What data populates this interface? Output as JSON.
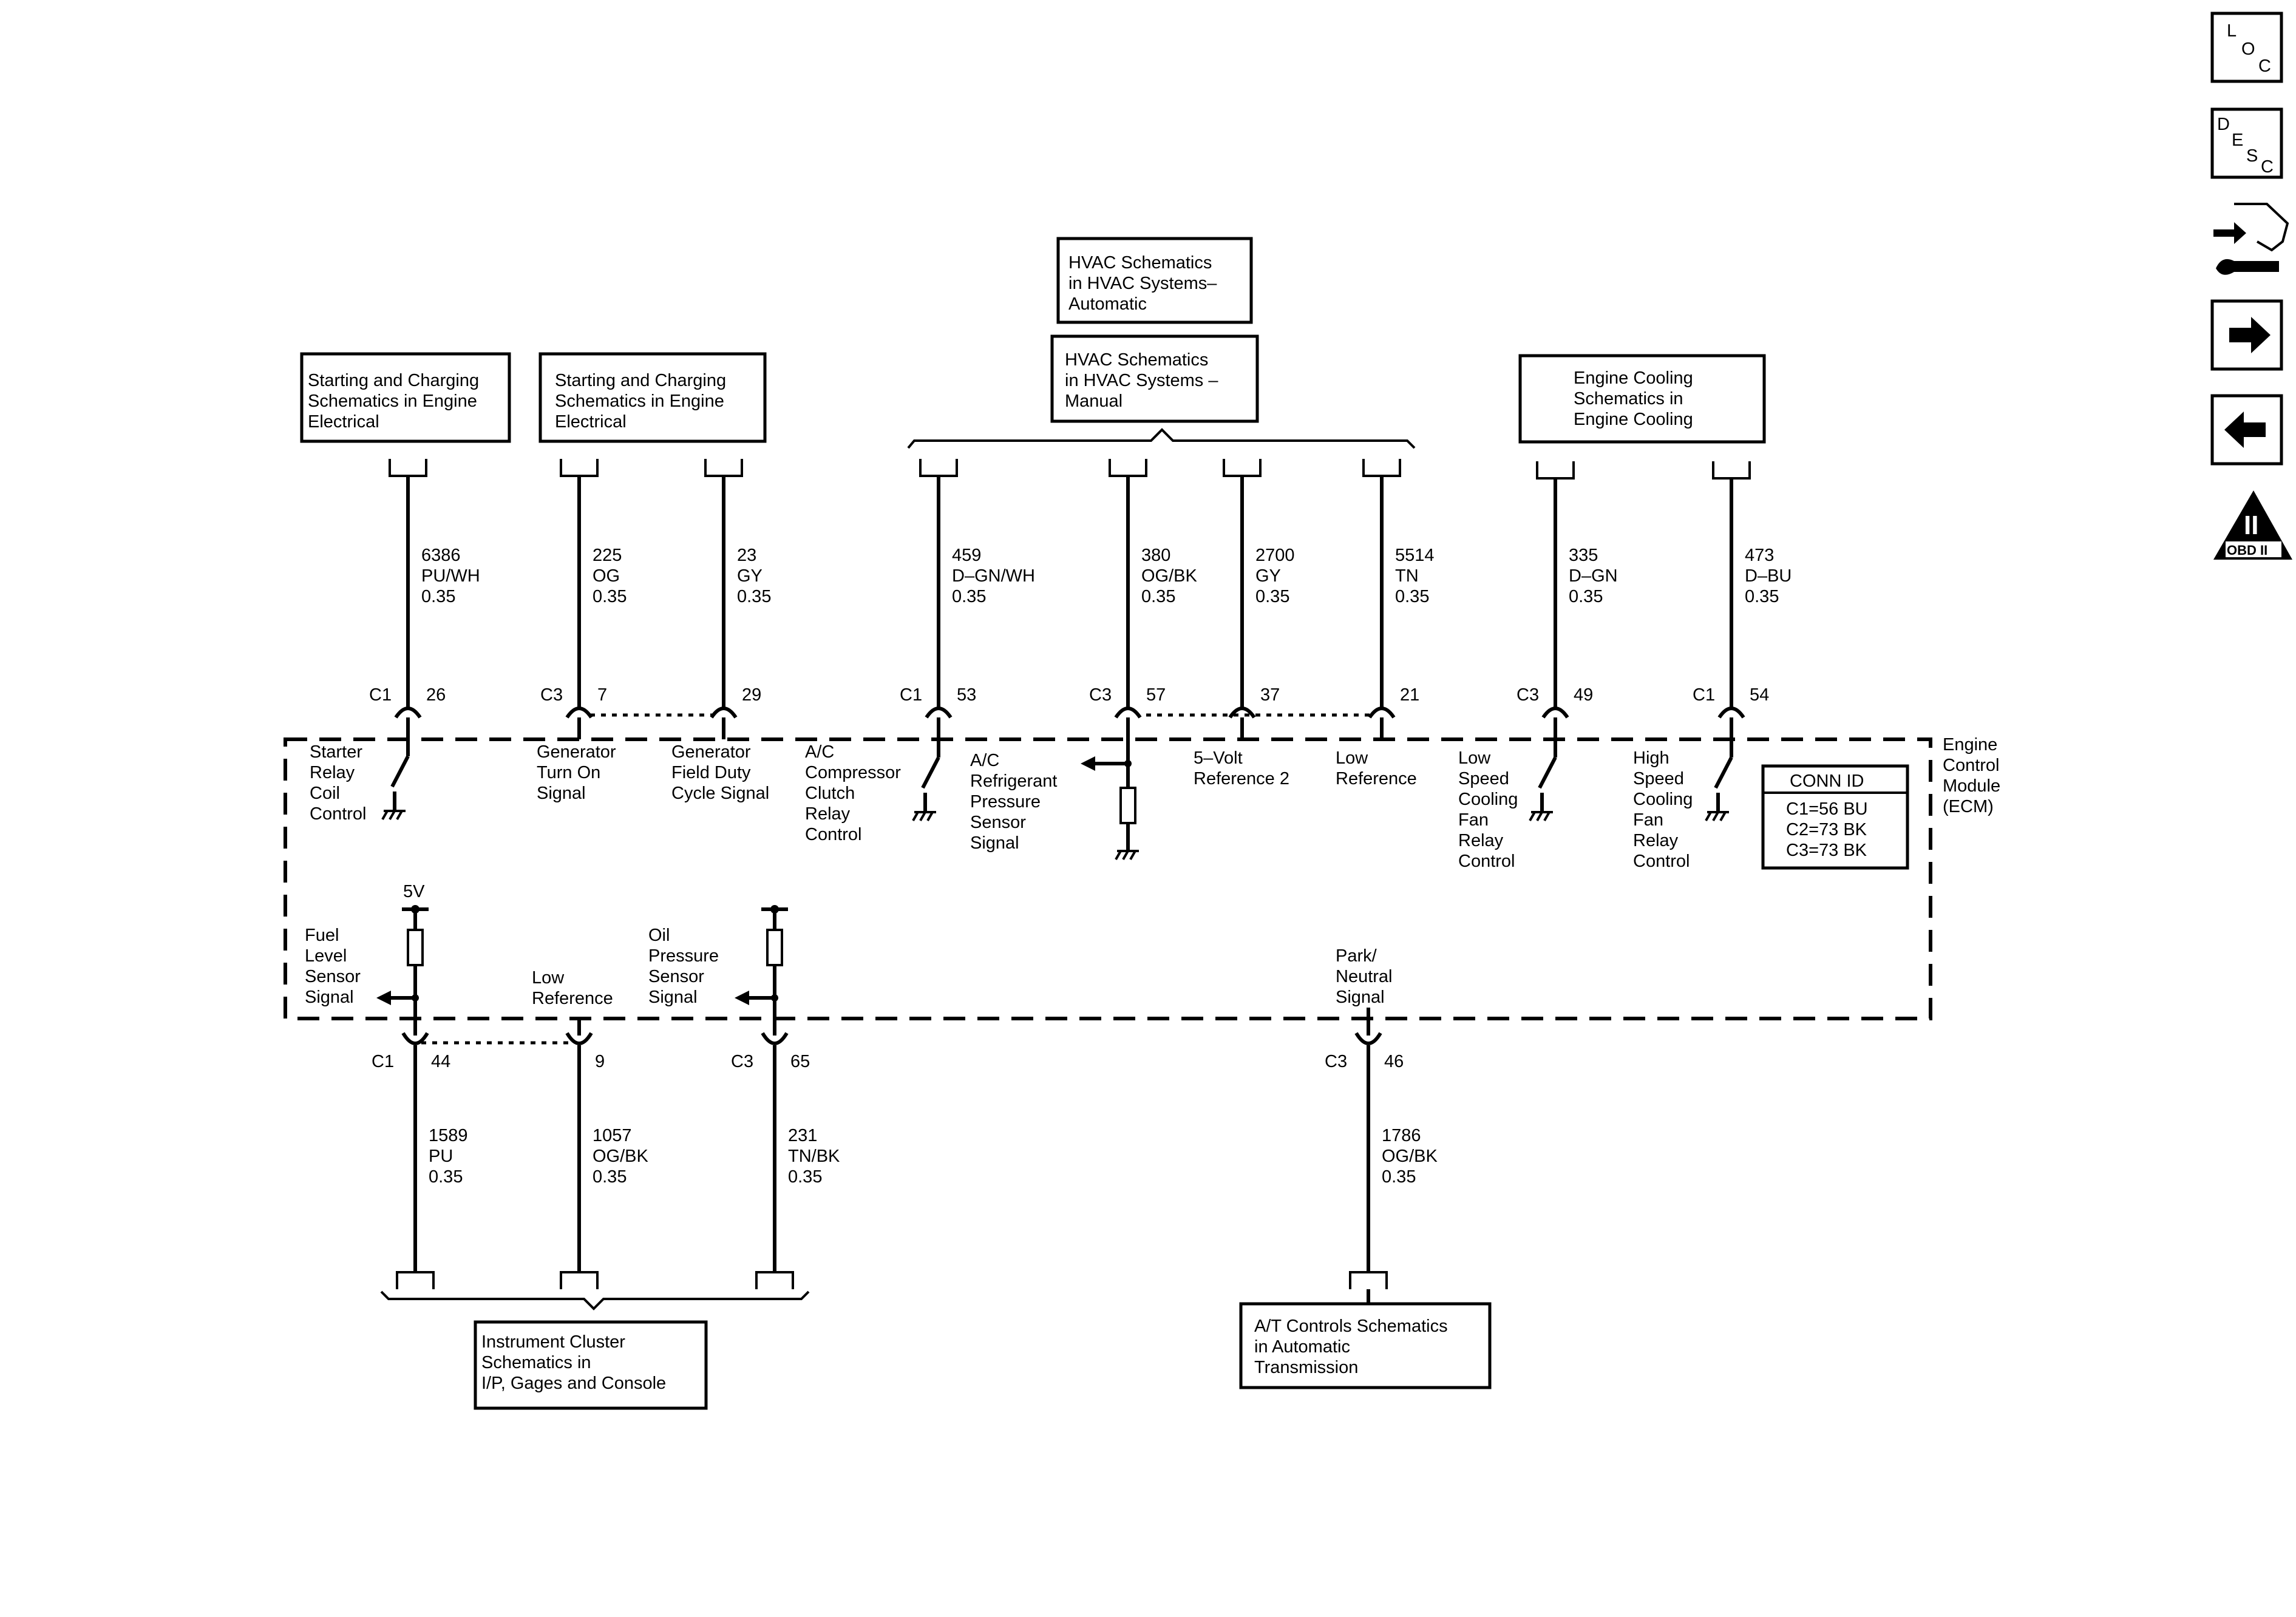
{
  "module": {
    "label": [
      "Engine",
      "Control",
      "Module",
      "(ECM)"
    ],
    "conn_id": {
      "title": "CONN ID",
      "lines": [
        "C1=56 BU",
        "C2=73 BK",
        "C3=73 BK"
      ]
    }
  },
  "references": {
    "starting1": [
      "Starting and Charging",
      "Schematics in Engine",
      "Electrical"
    ],
    "starting2": [
      "Starting and Charging",
      "Schematics in Engine",
      "Electrical"
    ],
    "hvac_auto": [
      "HVAC Schematics",
      "in HVAC Systems–",
      "Automatic"
    ],
    "hvac_manual": [
      "HVAC Schematics",
      "in HVAC Systems –",
      "Manual"
    ],
    "cooling": [
      "Engine Cooling",
      "Schematics in",
      "Engine Cooling"
    ],
    "cluster": [
      "Instrument Cluster",
      "Schematics in",
      "I/P, Gages and Console"
    ],
    "at": [
      "A/T Controls Schematics",
      "in Automatic",
      "Transmission"
    ]
  },
  "top_circuits": [
    {
      "connector": "C1",
      "pin": "26",
      "circuit": "6386",
      "color": "PU/WH",
      "size": "0.35",
      "function": [
        "Starter",
        "Relay",
        "Coil",
        "Control"
      ]
    },
    {
      "connector": "C3",
      "pin": "7",
      "circuit": "225",
      "color": "OG",
      "size": "0.35",
      "function": [
        "Generator",
        "Turn On",
        "Signal"
      ]
    },
    {
      "connector": "",
      "pin": "29",
      "circuit": "23",
      "color": "GY",
      "size": "0.35",
      "function": [
        "Generator",
        "Field Duty",
        "Cycle Signal"
      ]
    },
    {
      "connector": "C1",
      "pin": "53",
      "circuit": "459",
      "color": "D–GN/WH",
      "size": "0.35",
      "function": [
        "A/C",
        "Compressor",
        "Clutch",
        "Relay",
        "Control"
      ]
    },
    {
      "connector": "C3",
      "pin": "57",
      "circuit": "380",
      "color": "OG/BK",
      "size": "0.35",
      "function": [
        "A/C",
        "Refrigerant",
        "Pressure",
        "Sensor",
        "Signal"
      ]
    },
    {
      "connector": "",
      "pin": "37",
      "circuit": "2700",
      "color": "GY",
      "size": "0.35",
      "function": [
        "5–Volt",
        "Reference 2"
      ]
    },
    {
      "connector": "",
      "pin": "21",
      "circuit": "5514",
      "color": "TN",
      "size": "0.35",
      "function": [
        "Low",
        "Reference"
      ]
    },
    {
      "connector": "C3",
      "pin": "49",
      "circuit": "335",
      "color": "D–GN",
      "size": "0.35",
      "function": [
        "Low",
        "Speed",
        "Cooling",
        "Fan",
        "Relay",
        "Control"
      ]
    },
    {
      "connector": "C1",
      "pin": "54",
      "circuit": "473",
      "color": "D–BU",
      "size": "0.35",
      "function": [
        "High",
        "Speed",
        "Cooling",
        "Fan",
        "Relay",
        "Control"
      ]
    }
  ],
  "bottom_circuits": [
    {
      "connector": "C1",
      "pin": "44",
      "circuit": "1589",
      "color": "PU",
      "size": "0.35",
      "function": [
        "Fuel",
        "Level",
        "Sensor",
        "Signal"
      ]
    },
    {
      "connector": "",
      "pin": "9",
      "circuit": "1057",
      "color": "OG/BK",
      "size": "0.35",
      "function": [
        "Low",
        "Reference"
      ]
    },
    {
      "connector": "C3",
      "pin": "65",
      "circuit": "231",
      "color": "TN/BK",
      "size": "0.35",
      "function": [
        "Oil",
        "Pressure",
        "Sensor",
        "Signal"
      ]
    },
    {
      "connector": "C3",
      "pin": "46",
      "circuit": "1786",
      "color": "OG/BK",
      "size": "0.35",
      "function": [
        "Park/",
        "Neutral",
        "Signal"
      ]
    }
  ],
  "supply_label": "5V",
  "nav_icons": {
    "loc": [
      "L",
      "O",
      "C"
    ],
    "desc": [
      "D",
      "E",
      "S",
      "C"
    ],
    "obd": [
      "II",
      "OBD II"
    ],
    "names": [
      "location-icon",
      "description-icon",
      "connector-service-icon",
      "next-arrow-icon",
      "previous-arrow-icon",
      "obd-ii-icon"
    ]
  }
}
